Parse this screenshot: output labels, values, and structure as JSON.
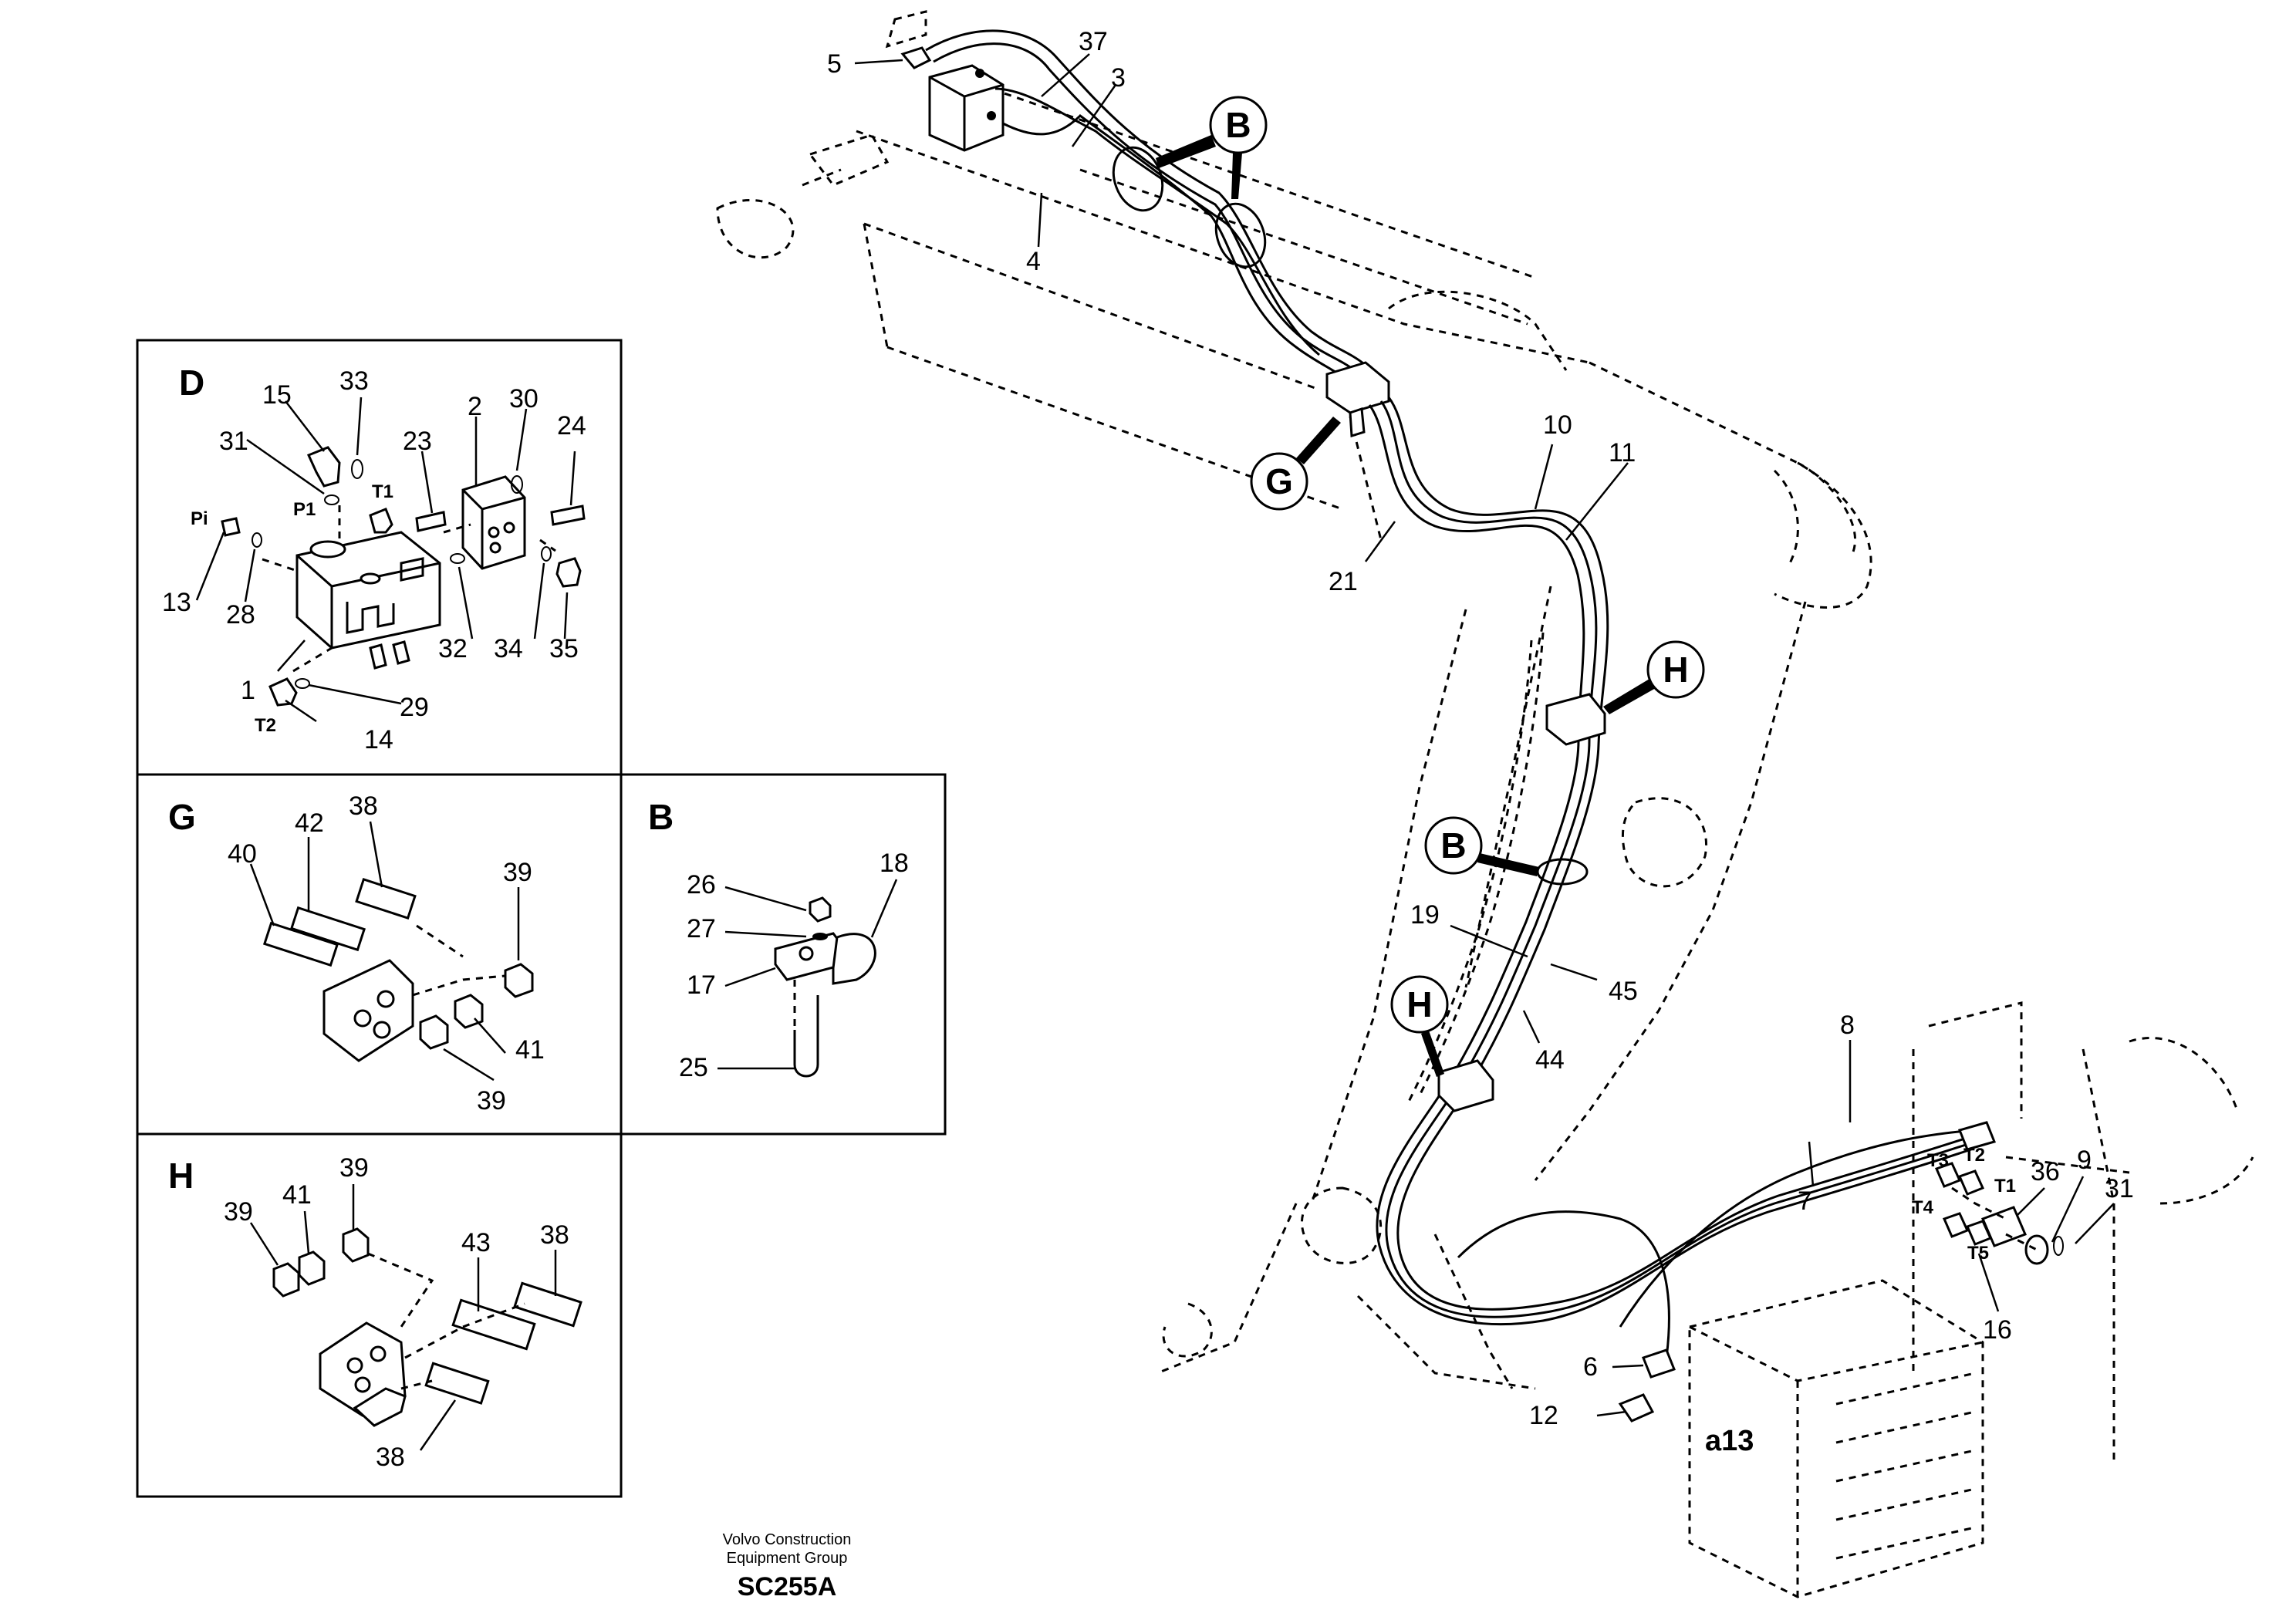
{
  "panels": {
    "D": {
      "title": "D",
      "labels": [
        "15",
        "33",
        "2",
        "30",
        "31",
        "23",
        "24",
        "13",
        "28",
        "1",
        "32",
        "34",
        "35",
        "29",
        "14"
      ],
      "ports": [
        "Pi",
        "P1",
        "T1",
        "T2"
      ]
    },
    "G": {
      "title": "G",
      "labels": [
        "38",
        "40",
        "42",
        "39",
        "41",
        "39"
      ]
    },
    "B": {
      "title": "B",
      "labels": [
        "26",
        "18",
        "27",
        "17",
        "25"
      ]
    },
    "H": {
      "title": "H",
      "labels": [
        "39",
        "41",
        "39",
        "43",
        "38",
        "38"
      ]
    }
  },
  "main_labels": [
    "5",
    "37",
    "3",
    "4",
    "10",
    "11",
    "21",
    "19",
    "45",
    "44",
    "8",
    "7",
    "36",
    "9",
    "31",
    "16",
    "6",
    "12"
  ],
  "bubbles": [
    "B",
    "G",
    "H",
    "B",
    "H"
  ],
  "ports_main": [
    "T3",
    "T2",
    "T1",
    "T4",
    "T5"
  ],
  "valve_mark": "a13",
  "credit": {
    "line1": "Volvo Construction",
    "line2": "Equipment Group",
    "code": "SC255A"
  }
}
